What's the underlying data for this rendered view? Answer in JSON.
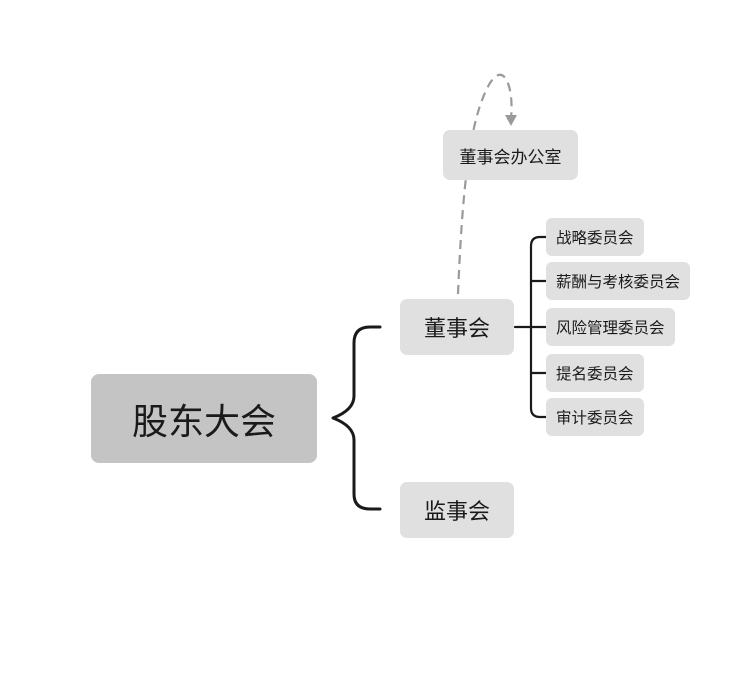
{
  "diagram": {
    "root": {
      "label": "股东大会"
    },
    "board": {
      "label": "董事会",
      "office": "董事会办公室",
      "committees": [
        {
          "label": "战略委员会"
        },
        {
          "label": "薪酬与考核委员会"
        },
        {
          "label": "风险管理委员会"
        },
        {
          "label": "提名委员会"
        },
        {
          "label": "审计委员会"
        }
      ]
    },
    "supervisory_board": {
      "label": "监事会"
    }
  },
  "colors": {
    "root_fill": "#c4c4c4",
    "node_fill": "#e0e0e0",
    "line": "#1a1a1a",
    "dashed_line": "#9a9a9a"
  }
}
